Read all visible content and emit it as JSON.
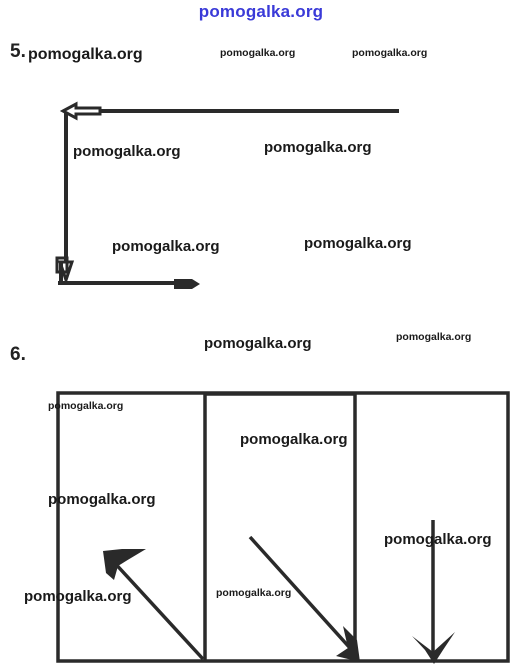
{
  "header": {
    "site": "pomogalka.org"
  },
  "problem_5": {
    "number": "5."
  },
  "problem_6": {
    "number": "6."
  },
  "watermarks": [
    {
      "text": "pomogalka.org"
    },
    {
      "text": "pomogalka.org"
    },
    {
      "text": "pomogalka.org"
    },
    {
      "text": "pomogalka.org"
    },
    {
      "text": "pomogalka.org"
    },
    {
      "text": "pomogalka.org"
    },
    {
      "text": "pomogalka.org"
    },
    {
      "text": "pomogalka.org"
    },
    {
      "text": "pomogalka.org"
    },
    {
      "text": "pomogalka.org"
    },
    {
      "text": "pomogalka.org"
    },
    {
      "text": "pomogalka.org"
    },
    {
      "text": "pomogalka.org"
    },
    {
      "text": "pomogalka.org"
    },
    {
      "text": "pomogalka.org"
    }
  ],
  "colors": {
    "header": "#3a3ad8",
    "ink": "#222222"
  }
}
